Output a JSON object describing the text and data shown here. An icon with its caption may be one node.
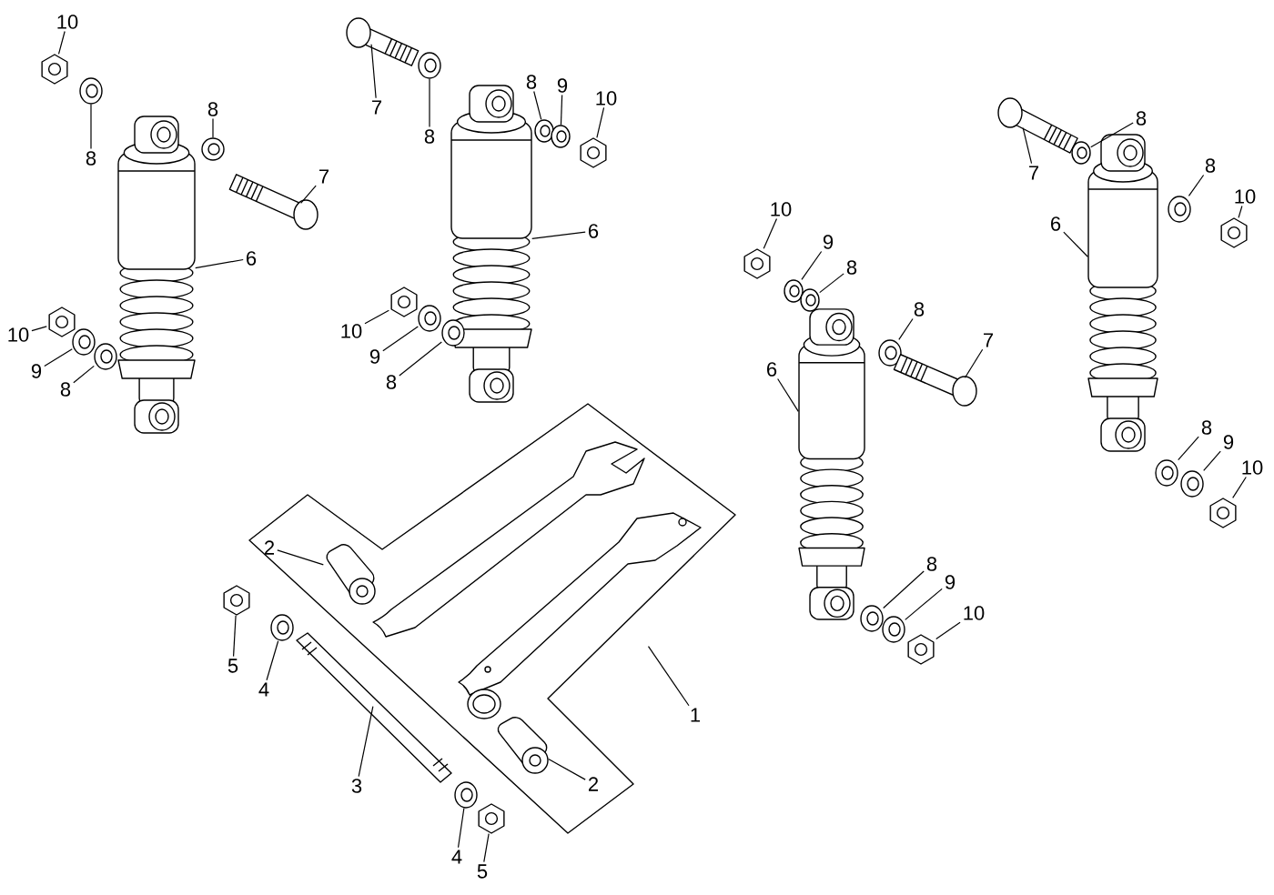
{
  "diagram": {
    "nodes": [
      {
        "text": [
          "10"
        ]
      },
      {
        "text": [
          "8"
        ]
      },
      {
        "text": [
          "8"
        ]
      },
      {
        "text": [
          "7"
        ]
      },
      {
        "text": [
          "6"
        ]
      },
      {
        "text": [
          "10"
        ]
      },
      {
        "text": [
          "9"
        ]
      },
      {
        "text": [
          "8"
        ]
      },
      {
        "text": [
          "7"
        ]
      },
      {
        "text": [
          "8"
        ]
      },
      {
        "text": [
          "8"
        ]
      },
      {
        "text": [
          "9"
        ]
      },
      {
        "text": [
          "10"
        ]
      },
      {
        "text": [
          "6"
        ]
      },
      {
        "text": [
          "10"
        ]
      },
      {
        "text": [
          "9"
        ]
      },
      {
        "text": [
          "8"
        ]
      },
      {
        "text": [
          "10"
        ]
      },
      {
        "text": [
          "9"
        ]
      },
      {
        "text": [
          "8"
        ]
      },
      {
        "text": [
          "8"
        ]
      },
      {
        "text": [
          "7"
        ]
      },
      {
        "text": [
          "6"
        ]
      },
      {
        "text": [
          "8"
        ]
      },
      {
        "text": [
          "9"
        ]
      },
      {
        "text": [
          "10"
        ]
      },
      {
        "text": [
          "7"
        ]
      },
      {
        "text": [
          "8"
        ]
      },
      {
        "text": [
          "8"
        ]
      },
      {
        "text": [
          "10"
        ]
      },
      {
        "text": [
          "6"
        ]
      },
      {
        "text": [
          "8"
        ]
      },
      {
        "text": [
          "9"
        ]
      },
      {
        "text": [
          "10"
        ]
      },
      {
        "text": [],
        "shape": "picture"
      },
      {
        "text": [
          "2"
        ],
        "in": 34
      },
      {
        "text": [
          "5"
        ]
      },
      {
        "text": [
          "4"
        ]
      },
      {
        "text": [
          "3"
        ]
      },
      {
        "text": [
          "1"
        ]
      },
      {
        "text": [
          "2"
        ],
        "in": 34
      },
      {
        "text": [
          "4"
        ]
      },
      {
        "text": [
          "5"
        ]
      },
      {
        "text": [],
        "shape": "picture"
      },
      {
        "text": [],
        "shape": "picture"
      },
      {
        "text": [],
        "shape": "picture"
      },
      {
        "text": [],
        "shape": "picture"
      },
      {
        "text": [],
        "shape": "picture"
      },
      {
        "text": [],
        "shape": "picture"
      },
      {
        "text": [],
        "shape": "picture"
      },
      {
        "text": [],
        "shape": "picture"
      },
      {
        "text": [],
        "shape": "picture"
      },
      {
        "text": [],
        "shape": "picture"
      },
      {
        "text": [],
        "shape": "picture"
      },
      {
        "text": [],
        "shape": "picture"
      },
      {
        "text": [],
        "shape": "picture"
      },
      {
        "text": [],
        "shape": "picture"
      },
      {
        "text": [],
        "shape": "picture"
      },
      {
        "text": [],
        "shape": "picture"
      },
      {
        "text": [],
        "shape": "picture"
      },
      {
        "text": [],
        "shape": "picture"
      },
      {
        "text": [],
        "shape": "picture"
      },
      {
        "text": [],
        "shape": "picture"
      },
      {
        "text": [],
        "shape": "picture"
      },
      {
        "text": [],
        "shape": "picture"
      },
      {
        "text": [],
        "shape": "picture"
      },
      {
        "text": [],
        "shape": "picture"
      },
      {
        "text": [],
        "shape": "picture"
      },
      {
        "text": [],
        "shape": "picture"
      },
      {
        "text": [],
        "shape": "picture"
      },
      {
        "text": [],
        "shape": "picture"
      },
      {
        "text": [],
        "shape": "picture"
      },
      {
        "text": [],
        "shape": "picture"
      },
      {
        "text": [],
        "shape": "picture"
      },
      {
        "text": [],
        "shape": "picture"
      },
      {
        "text": [],
        "shape": "picture"
      },
      {
        "text": [],
        "shape": "picture"
      },
      {
        "text": [],
        "shape": "picture",
        "in": 34
      },
      {
        "text": [],
        "shape": "picture"
      },
      {
        "text": [],
        "shape": "picture"
      },
      {
        "text": [],
        "shape": "picture"
      },
      {
        "text": [],
        "shape": "picture",
        "in": 34
      },
      {
        "text": [],
        "shape": "picture"
      },
      {
        "text": [],
        "shape": "picture"
      }
    ],
    "edges": [
      {
        "from": 0,
        "to": 43,
        "arrow": "none"
      },
      {
        "from": 1,
        "to": 44,
        "arrow": "none"
      },
      {
        "from": 2,
        "to": 45,
        "arrow": "none"
      },
      {
        "from": 3,
        "to": 46,
        "arrow": "none"
      },
      {
        "from": 4,
        "to": 47,
        "arrow": "none"
      },
      {
        "from": 5,
        "to": 48,
        "arrow": "none"
      },
      {
        "from": 6,
        "to": 49,
        "arrow": "none"
      },
      {
        "from": 7,
        "to": 50,
        "arrow": "none"
      },
      {
        "from": 8,
        "to": 51,
        "arrow": "none"
      },
      {
        "from": 9,
        "to": 52,
        "arrow": "none"
      },
      {
        "from": 10,
        "to": 53,
        "arrow": "none"
      },
      {
        "from": 11,
        "to": 54,
        "arrow": "none"
      },
      {
        "from": 12,
        "to": 55,
        "arrow": "none"
      },
      {
        "from": 13,
        "to": 56,
        "arrow": "none"
      },
      {
        "from": 14,
        "to": 57,
        "arrow": "none"
      },
      {
        "from": 15,
        "to": 58,
        "arrow": "none"
      },
      {
        "from": 16,
        "to": 59,
        "arrow": "none"
      },
      {
        "from": 17,
        "to": 60,
        "arrow": "none"
      },
      {
        "from": 18,
        "to": 61,
        "arrow": "none"
      },
      {
        "from": 19,
        "to": 62,
        "arrow": "none"
      },
      {
        "from": 20,
        "to": 63,
        "arrow": "none"
      },
      {
        "from": 21,
        "to": 64,
        "arrow": "none"
      },
      {
        "from": 22,
        "to": 65,
        "arrow": "none"
      },
      {
        "from": 23,
        "to": 66,
        "arrow": "none"
      },
      {
        "from": 24,
        "to": 67,
        "arrow": "none"
      },
      {
        "from": 25,
        "to": 68,
        "arrow": "none"
      },
      {
        "from": 26,
        "to": 69,
        "arrow": "none"
      },
      {
        "from": 27,
        "to": 70,
        "arrow": "none"
      },
      {
        "from": 28,
        "to": 71,
        "arrow": "none"
      },
      {
        "from": 29,
        "to": 72,
        "arrow": "none"
      },
      {
        "from": 30,
        "to": 73,
        "arrow": "none"
      },
      {
        "from": 31,
        "to": 74,
        "arrow": "none"
      },
      {
        "from": 32,
        "to": 75,
        "arrow": "none"
      },
      {
        "from": 33,
        "to": 76,
        "arrow": "none"
      },
      {
        "from": 35,
        "to": 77,
        "arrow": "none"
      },
      {
        "from": 36,
        "to": 78,
        "arrow": "none"
      },
      {
        "from": 37,
        "to": 79,
        "arrow": "none"
      },
      {
        "from": 38,
        "to": 80,
        "arrow": "none"
      },
      {
        "from": 39,
        "to": 34,
        "arrow": "none"
      },
      {
        "from": 40,
        "to": 81,
        "arrow": "none"
      },
      {
        "from": 41,
        "to": 82,
        "arrow": "none"
      },
      {
        "from": 42,
        "to": 83,
        "arrow": "none"
      }
    ]
  }
}
